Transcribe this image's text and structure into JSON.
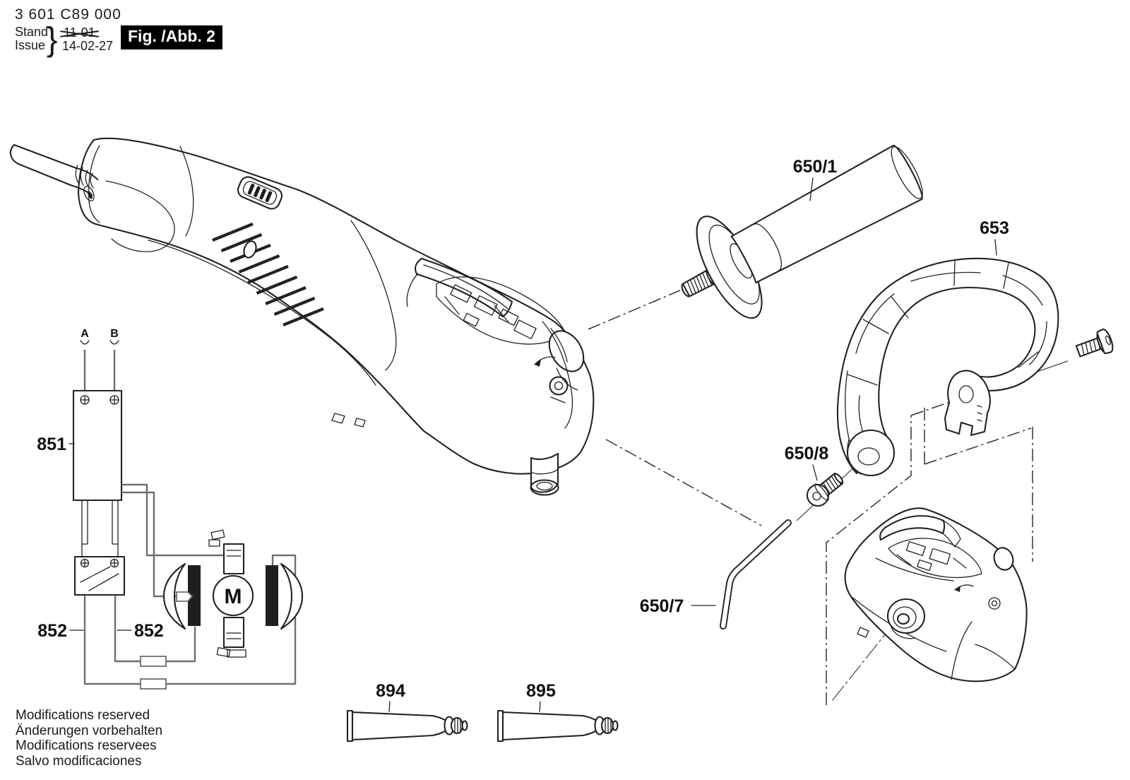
{
  "document": {
    "part_number": "3 601 C89 000",
    "stand_label": "Stand",
    "issue_label": "Issue",
    "brace": "}",
    "superseded_date": "11-01",
    "issue_date": "14-02-27",
    "figure_label": "Fig. /Abb. 2"
  },
  "part_labels": {
    "aux_handle": "650/1",
    "bow_handle": "653",
    "clamp_screw": "650/8",
    "hex_key": "650/7",
    "switch_module": "851",
    "suppressor_left": "852",
    "suppressor_right": "852",
    "grease_tube_894": "894",
    "grease_tube_895": "895"
  },
  "schematic": {
    "terminal_a": "A",
    "terminal_b": "B",
    "motor_symbol": "M"
  },
  "footer_lines": [
    "Modifications reserved",
    "Änderungen vorbehalten",
    "Modifications reservees",
    "Salvo modificaciones"
  ],
  "colors": {
    "line": "#222222",
    "wire": "#6e6e6e",
    "background": "#ffffff",
    "figure_box_bg": "#000000",
    "figure_box_text": "#ffffff"
  }
}
